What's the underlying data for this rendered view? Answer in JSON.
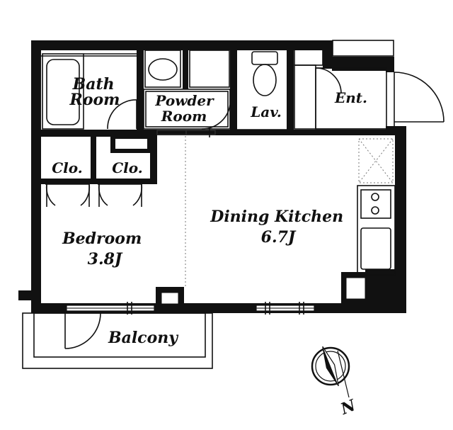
{
  "rooms": {
    "bath": "Bath\nRoom",
    "powder": "Powder\nRoom",
    "lav": "Lav.",
    "entrance": "Ent.",
    "closet_1": "Clo.",
    "closet_2": "Clo.",
    "bedroom": "Bedroom\n3.8J",
    "dining_kitchen": "Dining Kitchen\n6.7J",
    "balcony": "Balcony"
  },
  "compass": {
    "north_label": "N"
  },
  "colors": {
    "wall": "#111111",
    "background": "#ffffff"
  }
}
